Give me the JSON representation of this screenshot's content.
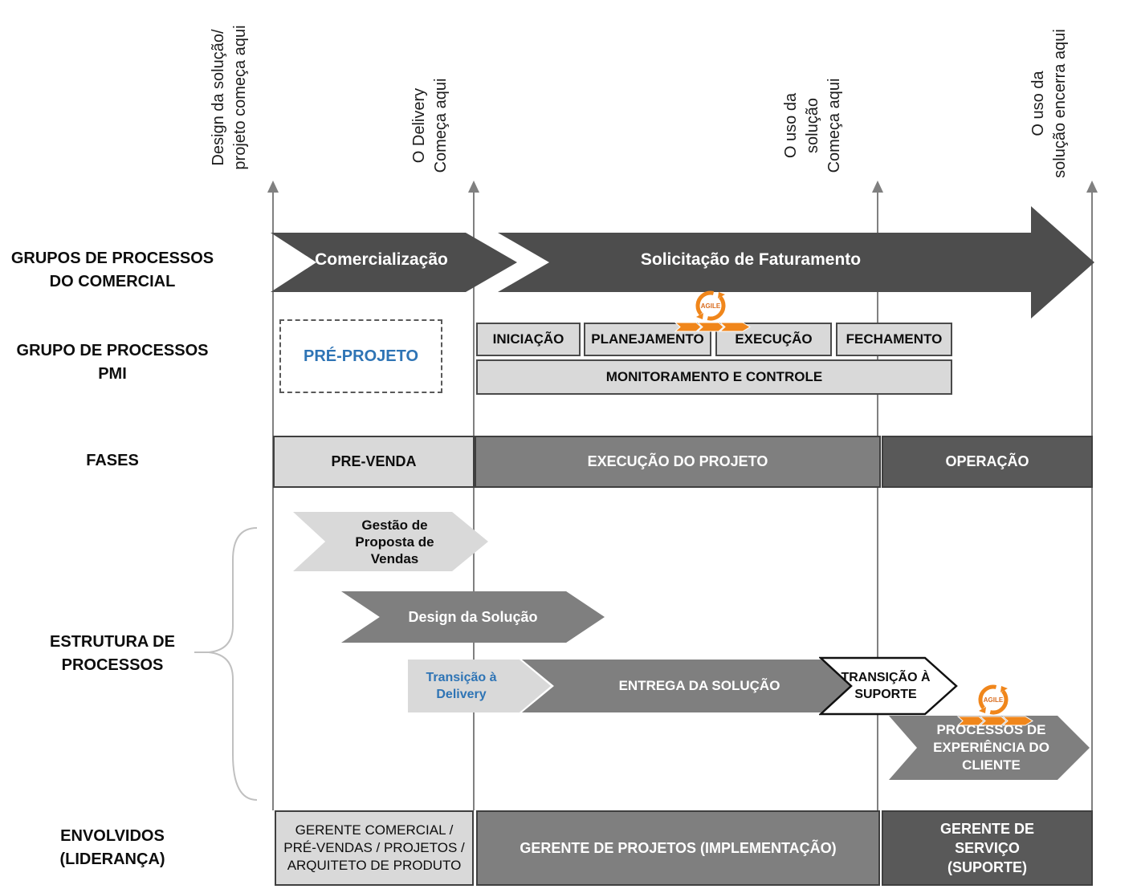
{
  "diagram": {
    "markers": [
      {
        "lines": [
          "Design da solução/",
          "projeto começa aqui"
        ]
      },
      {
        "lines": [
          "O Delivery",
          "Começa aqui"
        ]
      },
      {
        "lines": [
          "O uso da",
          "solução",
          "Começa aqui"
        ]
      },
      {
        "lines": [
          "O uso da",
          "solução encerra aqui"
        ]
      }
    ],
    "commercial_row": {
      "label_lines": [
        "GRUPOS DE PROCESSOS",
        "DO COMERCIAL"
      ],
      "arrow1": "Comercialização",
      "arrow2": "Solicitação de Faturamento"
    },
    "pmi_row": {
      "label_lines": [
        "GRUPO DE PROCESSOS",
        "PMI"
      ],
      "pre_project": "PRÉ-PROJETO",
      "groups": [
        "INICIAÇÃO",
        "PLANEJAMENTO",
        "EXECUÇÃO",
        "FECHAMENTO"
      ],
      "monitoring": "MONITORAMENTO E CONTROLE"
    },
    "phases_row": {
      "label": "FASES",
      "phases": [
        "PRE-VENDA",
        "EXECUÇÃO DO PROJETO",
        "OPERAÇÃO"
      ]
    },
    "process_row": {
      "label_lines": [
        "ESTRUTURA DE",
        "PROCESSOS"
      ],
      "sales_proposal": "Gestão de Proposta de Vendas",
      "solution_design": "Design da Solução",
      "delivery_transition": "Transição à Delivery",
      "solution_delivery": "ENTREGA DA SOLUÇÃO",
      "support_transition": "TRANSIÇÃO À SUPORTE",
      "customer_experience": "PROCESSOS DE EXPERIÊNCIA DO CLIENTE"
    },
    "stakeholders_row": {
      "label_lines": [
        "ENVOLVIDOS",
        "(LIDERANÇA)"
      ],
      "boxes": [
        "GERENTE COMERCIAL / PRÉ-VENDAS / PROJETOS / ARQUITETO DE PRODUTO",
        "GERENTE DE PROJETOS (IMPLEMENTAÇÃO)",
        "GERENTE DE SERVIÇO (SUPORTE)"
      ]
    },
    "agile_icon_label": "AGILE",
    "colors": {
      "dark_gray": "#4D4D4D",
      "operation_gray": "#595959",
      "medium_gray": "#7F7F7F",
      "light_gray": "#D9D9D9",
      "accent_blue": "#2E74B5",
      "agile_orange": "#F0861B",
      "timeline_gray": "#808080"
    }
  }
}
